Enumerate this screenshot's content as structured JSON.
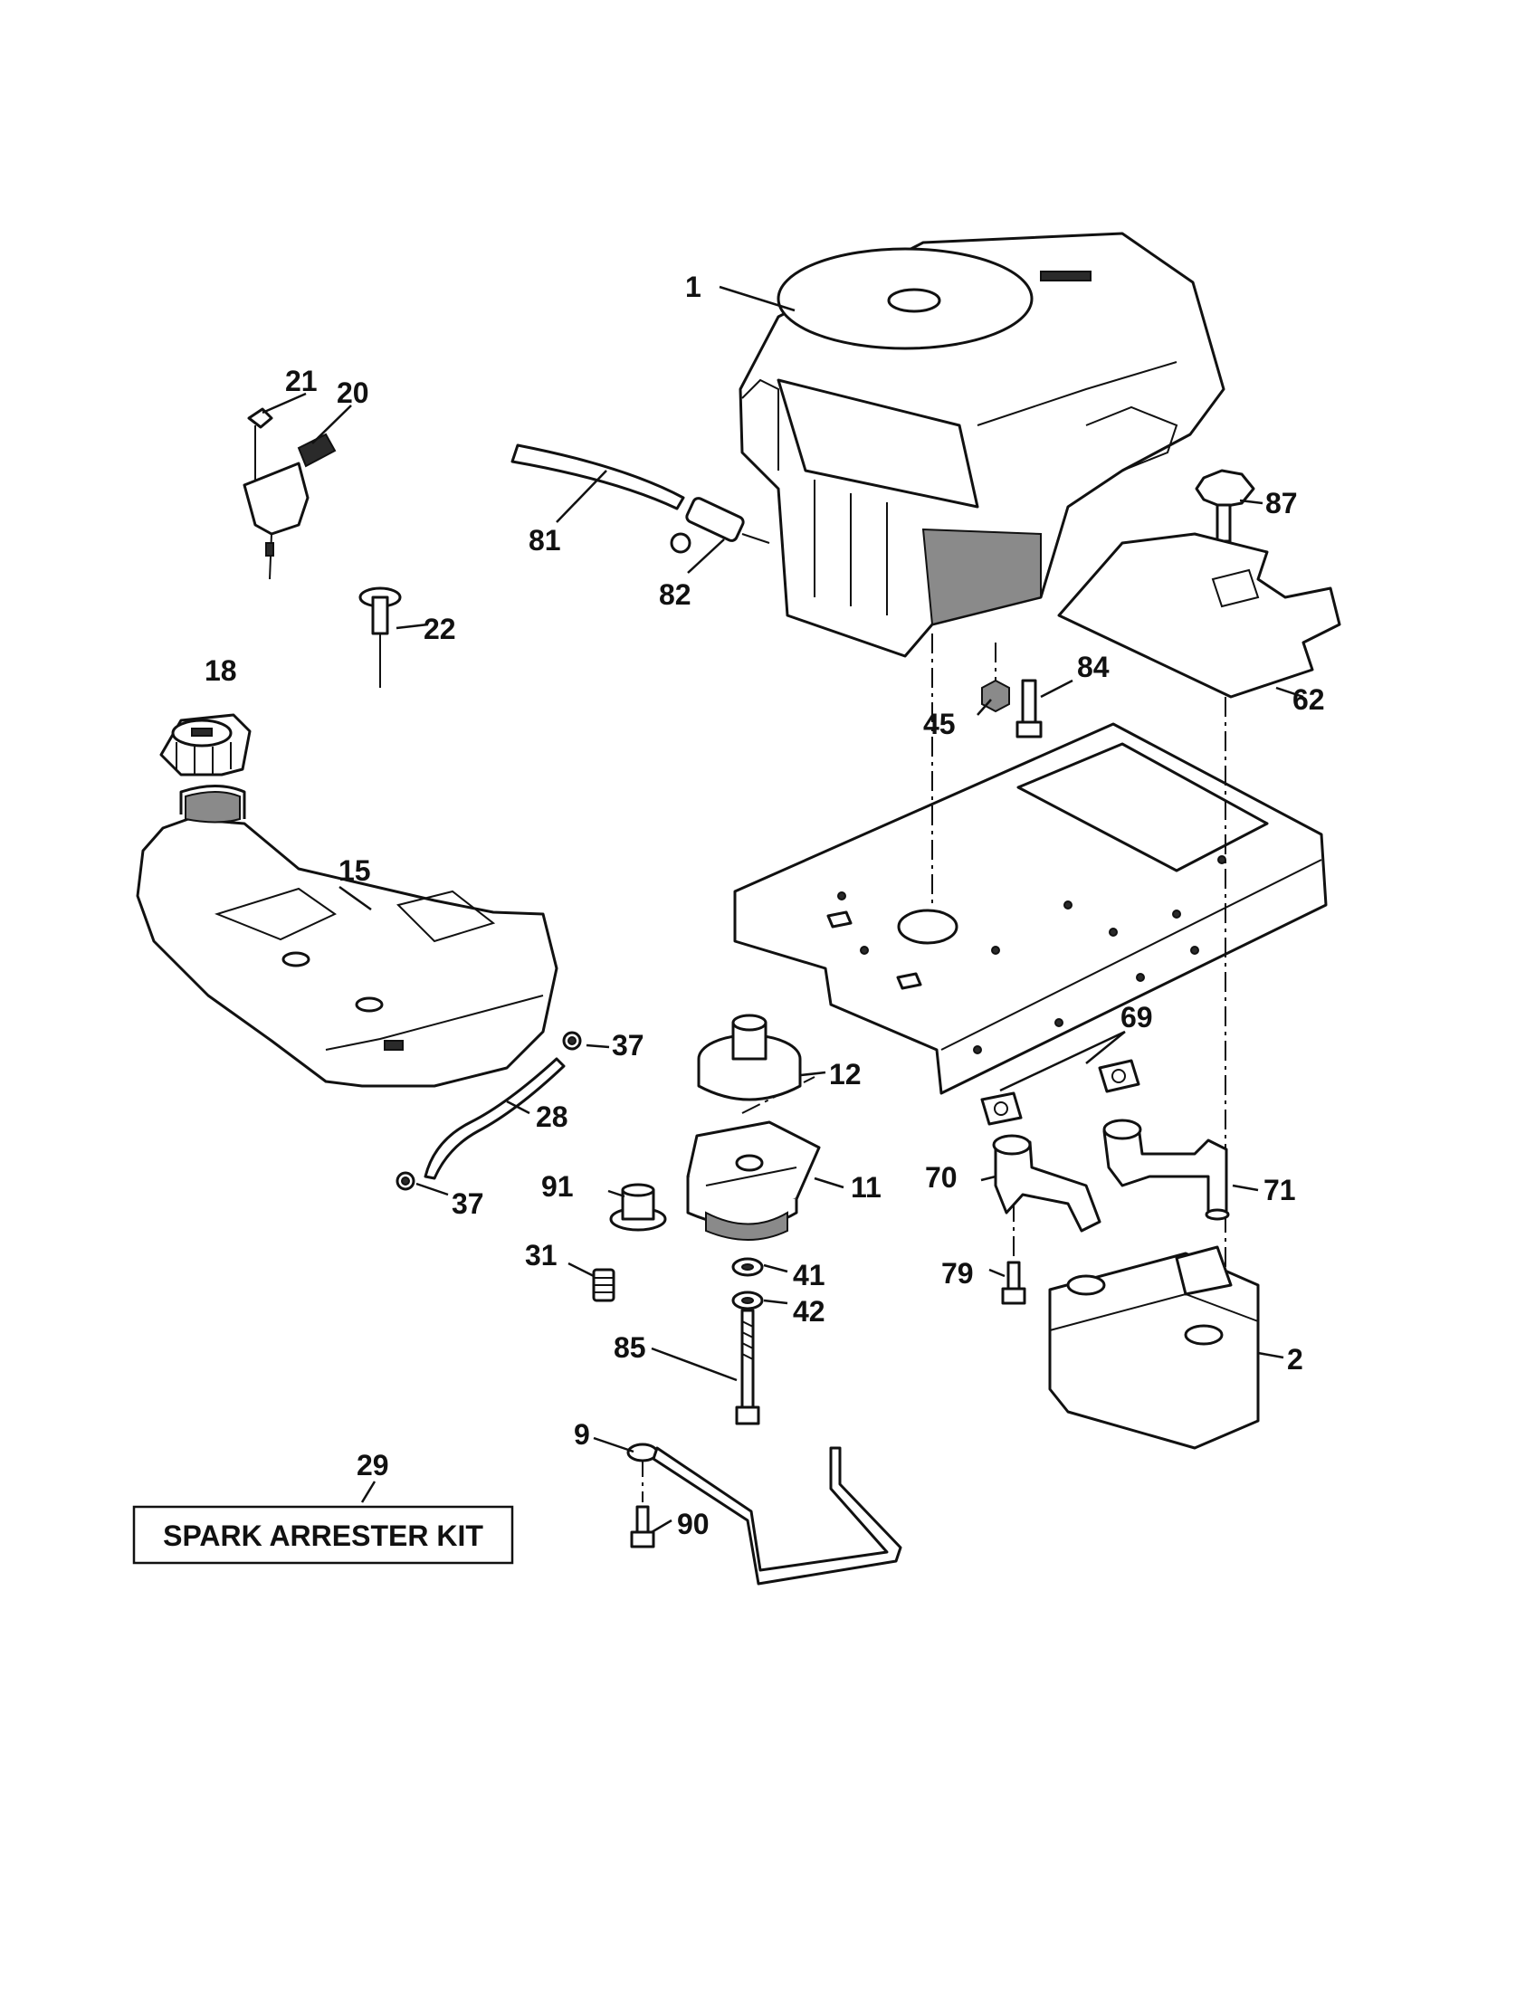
{
  "callouts": {
    "c1": "1",
    "c2": "2",
    "c9": "9",
    "c11": "11",
    "c12": "12",
    "c15": "15",
    "c18": "18",
    "c20": "20",
    "c21": "21",
    "c22": "22",
    "c28": "28",
    "c29": "29",
    "c31": "31",
    "c37a": "37",
    "c37b": "37",
    "c41": "41",
    "c42": "42",
    "c45": "45",
    "c62": "62",
    "c69": "69",
    "c70": "70",
    "c71": "71",
    "c79": "79",
    "c81": "81",
    "c82": "82",
    "c84": "84",
    "c85": "85",
    "c87": "87",
    "c90": "90",
    "c91": "91"
  },
  "kit_box": {
    "label": "SPARK ARRESTER KIT"
  }
}
